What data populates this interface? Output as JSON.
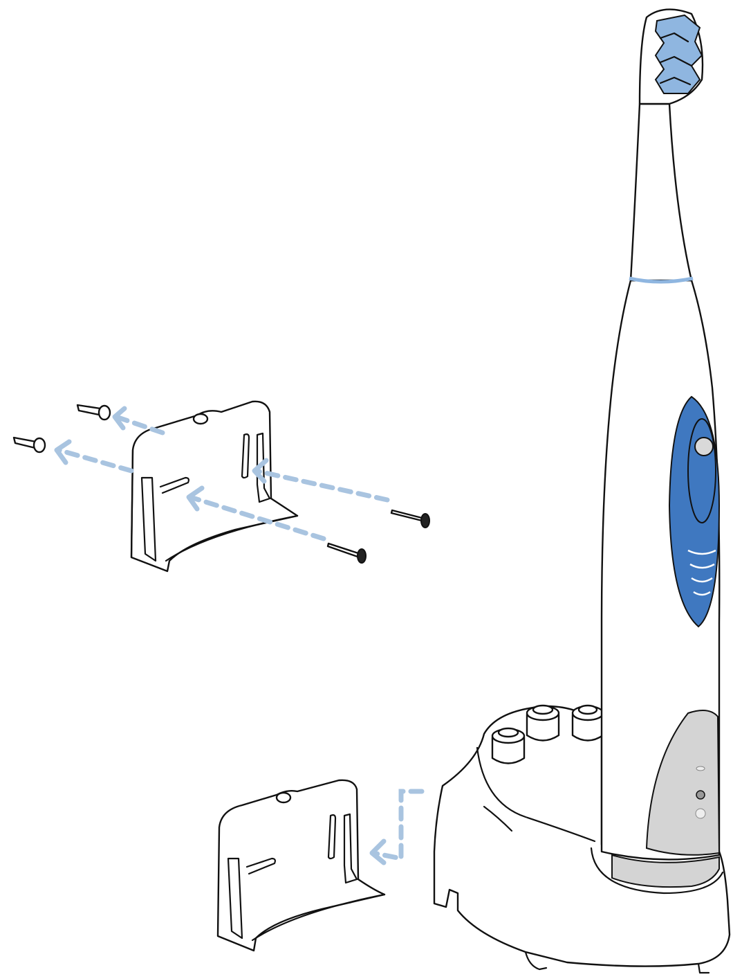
{
  "colors": {
    "line": "#111111",
    "arrow": "#a9c4e0",
    "accent_blue": "#3f78c0",
    "bristle_blue": "#8fb6e0",
    "grip_gray": "#d4d4d4",
    "background": "#ffffff"
  },
  "illustration": {
    "subject": "toothbrush-charger-wall-mount-assembly",
    "parts": [
      "toothbrush",
      "charging-base",
      "wall-bracket",
      "wall-bracket-attached",
      "screws",
      "wall-plugs"
    ]
  }
}
